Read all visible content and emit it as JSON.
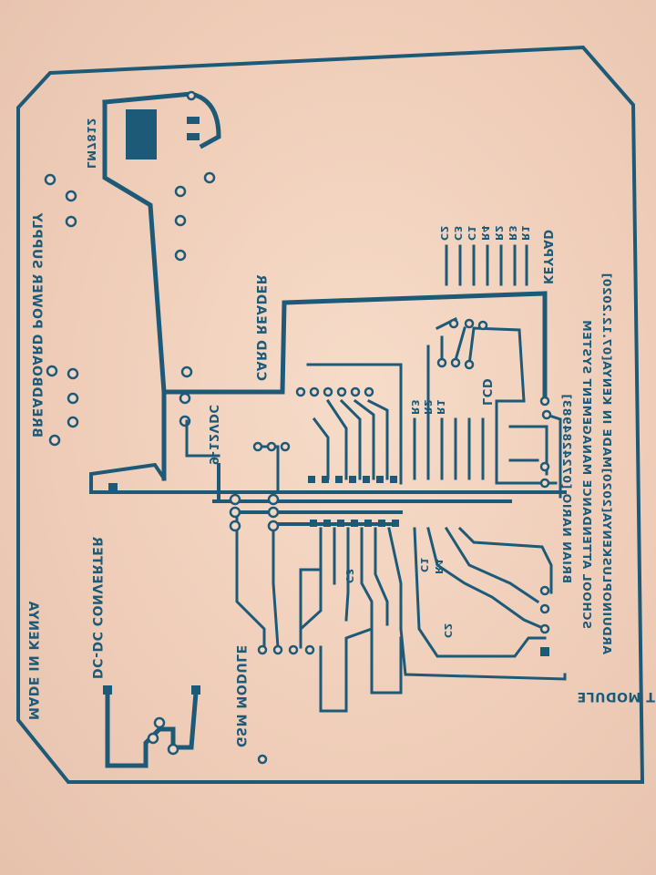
{
  "board": {
    "colors": {
      "ink": "#1d5a78",
      "paper": "#f1d3bf"
    },
    "labels": {
      "made_in_kenya": "MADE IN KENYA",
      "breadboard_power_supply": "BREADBOARD POWER SUPPLY",
      "dc_dc_converter": "DC-DC CONVERTER",
      "gsm_module": "GSM MODULE",
      "card_reader": "CARD READER",
      "vdc": "9-12VDC",
      "lm7": "LM7812",
      "bt_module": "BT MODULE",
      "keypad": "KEYPAD",
      "lcd": "LCD",
      "title_line1": "ARDUINOPLUSKENYA[2020]MADE IN KENYA[07.12.2020]",
      "title_line2": "SCHOOL ATTENDANCE MANAGEMENT SYSTEM",
      "title_line3": "BRIAN NARIO [0724284983]"
    },
    "keypad_resistors": [
      "C2",
      "C3",
      "C1",
      "R4",
      "R2",
      "R3",
      "R1"
    ],
    "lcd_resistors": [
      "R3",
      "R2",
      "R1"
    ],
    "components": {
      "c1": "C1",
      "c2": "C2",
      "c3": "C3",
      "r4": "R4"
    }
  }
}
